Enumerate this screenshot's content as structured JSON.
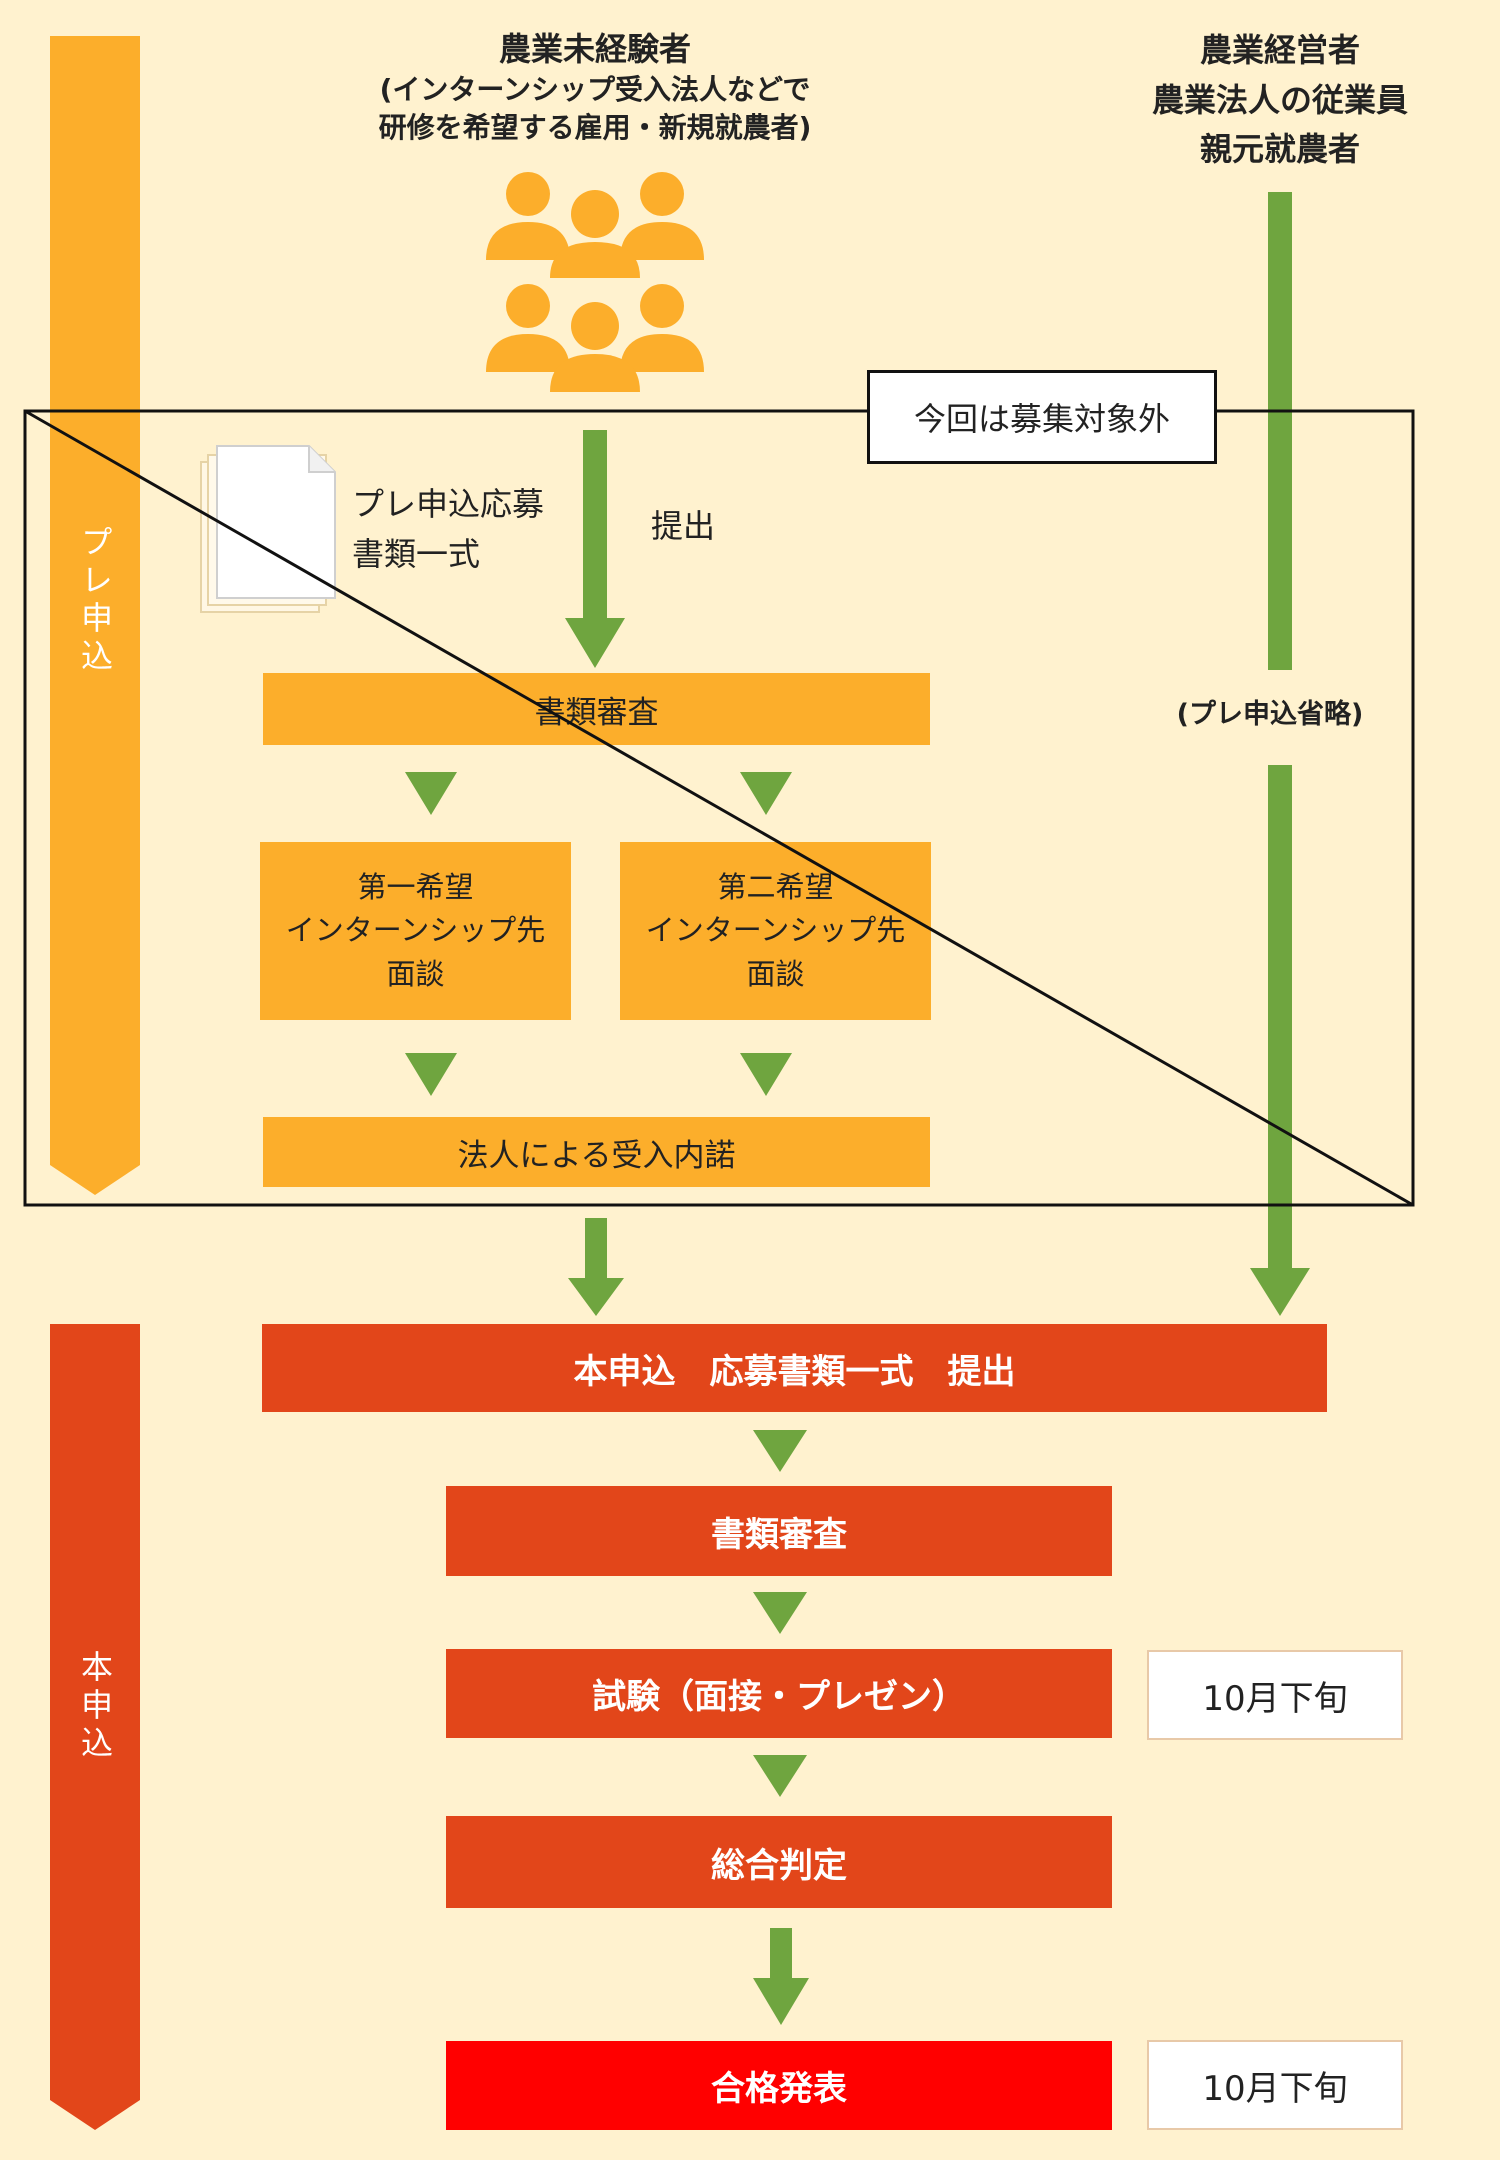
{
  "groups": {
    "inexperienced": {
      "title": "農業未経験者",
      "subtitle_line1": "(インターンシップ受入法人などで",
      "subtitle_line2": "研修を希望する雇用・新規就農者)"
    },
    "experienced": {
      "line1": "農業経営者",
      "line2": "農業法人の従業員",
      "line3": "親元就農者"
    }
  },
  "phases": {
    "pre": "プレ申込",
    "main": "本申込"
  },
  "note": "今回は募集対象外",
  "pre_flow": {
    "doc_line1": "プレ申込応募",
    "doc_line2": "書類一式",
    "submit": "提出",
    "review": "書類審査",
    "first_choice": {
      "line1": "第一希望",
      "line2": "インターンシップ先",
      "line3": "面談"
    },
    "second_choice": {
      "line1": "第二希望",
      "line2": "インターンシップ先",
      "line3": "面談"
    },
    "acceptance": "法人による受入内諾",
    "skip": "(プレ申込省略)"
  },
  "main_flow": {
    "submit": "本申込　応募書類一式　提出",
    "review": "書類審査",
    "exam": "試験（面接・プレゼン）",
    "judgement": "総合判定",
    "result": "合格発表"
  },
  "dates": {
    "exam": "10月下旬",
    "result": "10月下旬"
  },
  "colors": {
    "background": "#fff2cf",
    "pre_phase": "#fcae2b",
    "main_phase": "#e2461a",
    "result": "#ff0000",
    "arrow": "#6fa53f"
  }
}
